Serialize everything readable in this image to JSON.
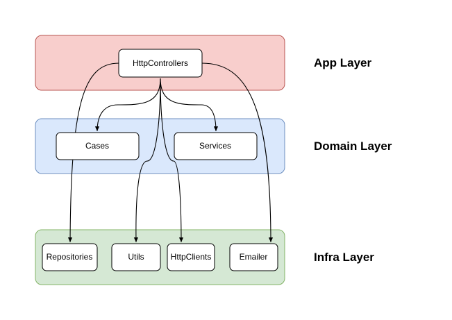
{
  "colors": {
    "app_fill": "#f8cecc",
    "app_stroke": "#b85450",
    "domain_fill": "#dae8fc",
    "domain_stroke": "#6c8ebf",
    "infra_fill": "#d5e8d4",
    "infra_stroke": "#82b366",
    "node_fill": "#ffffff",
    "edge": "#000000"
  },
  "layers": {
    "app": "App Layer",
    "domain": "Domain Layer",
    "infra": "Infra Layer"
  },
  "nodes": {
    "http_controllers": "HttpControllers",
    "cases": "Cases",
    "services": "Services",
    "repositories": "Repositories",
    "utils": "Utils",
    "http_clients": "HttpClients",
    "emailer": "Emailer"
  },
  "edges": [
    {
      "from": "HttpControllers",
      "to": "Repositories"
    },
    {
      "from": "HttpControllers",
      "to": "Cases"
    },
    {
      "from": "HttpControllers",
      "to": "Services"
    },
    {
      "from": "HttpControllers",
      "to": "Utils"
    },
    {
      "from": "HttpControllers",
      "to": "HttpClients"
    },
    {
      "from": "HttpControllers",
      "to": "Emailer"
    }
  ]
}
